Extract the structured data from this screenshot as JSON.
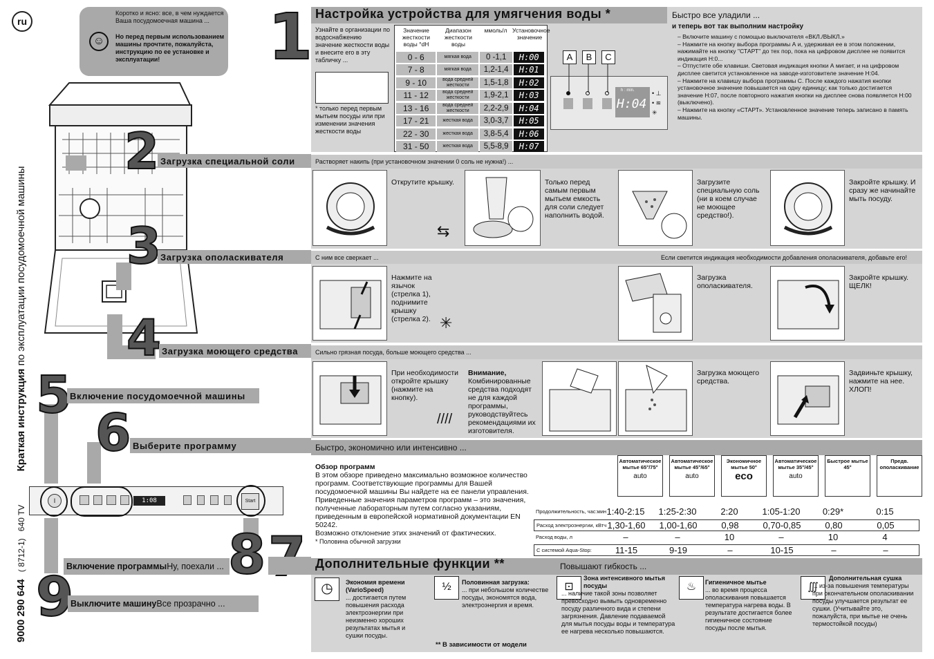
{
  "lang_badge": "ru",
  "side_title": {
    "bold": "Краткая инструкция",
    "rest": " по эксплуатации посудомоечной машины",
    "code": "9000 290 644",
    "code2": "( 8712-1)",
    "model": "640 TV"
  },
  "intro": {
    "line1": "Коротко и ясно: все, в чем нуждается Ваша посудомоечная машина ...",
    "line2": "Но перед первым использованием машины прочтите, пожалуйста, инструкцию по ее установке и эксплуатации!"
  },
  "steps": {
    "s1": "1",
    "s2": "2",
    "s3": "3",
    "s4": "4",
    "s5": "5",
    "s6": "6",
    "s7": "7",
    "s8": "8",
    "s9": "9"
  },
  "section1": {
    "title": "Настройка устройства для умягчения воды *",
    "right_head": "Быстро все уладили ...",
    "right_sub": "и теперь вот так выполним настройку",
    "left_text": "Узнайте в организации по водоснабжению значение жесткости воды и внесите его в эту табличку ...",
    "footnote": "* только перед первым мытьем посуды или при изменении значения жесткости воды",
    "table_head": [
      "Значение жесткости воды °dH",
      "Диапазон жесткости воды",
      "ммоль/л",
      "Установочное значение"
    ],
    "rows": [
      {
        "dh": "0 - 6",
        "range": "мягкая вода",
        "mmol": "0 -1,1",
        "set": "H:00"
      },
      {
        "dh": "7 - 8",
        "range": "мягкая вода",
        "mmol": "1,2-1,4",
        "set": "H:01"
      },
      {
        "dh": "9 - 10",
        "range": "вода средней жесткости",
        "mmol": "1,5-1,8",
        "set": "H:02"
      },
      {
        "dh": "11 - 12",
        "range": "вода средней жесткости",
        "mmol": "1,9-2,1",
        "set": "H:03"
      },
      {
        "dh": "13 - 16",
        "range": "вода средней жесткости",
        "mmol": "2,2-2,9",
        "set": "H:04"
      },
      {
        "dh": "17 - 21",
        "range": "жесткая вода",
        "mmol": "3,0-3,7",
        "set": "H:05"
      },
      {
        "dh": "22 - 30",
        "range": "жесткая вода",
        "mmol": "3,8-5,4",
        "set": "H:06"
      },
      {
        "dh": "31 - 50",
        "range": "жесткая вода",
        "mmol": "5,5-8,9",
        "set": "H:07"
      }
    ],
    "buttons": [
      "A",
      "B",
      "C"
    ],
    "panel_display": "H:04",
    "panel_label": "h : min.",
    "instructions": [
      "– Включите машину с помощью выключателя «ВКЛ./ВЫКЛ.»",
      "– Нажмите на кнопку выбора программы А и, удерживая ее в этом положении, нажимайте на кнопку \"СТАРТ\" до тех пор, пока на цифровом дисплее не появится индикация H:0...",
      "– Отпустите обе клавиши. Световая индикация кнопки А мигает, и на цифровом дисплее светится установленное на заводе-изготовителе значение H:04.",
      "– Нажмите на клавишу выбора программы С. После каждого нажатия кнопки установочное значение повышается на одну единицу; как только достигается значение H:07, после повторного нажатия кнопки на дисплее снова появляется H:00 (выключено).",
      "– Нажмите на кнопку «СТАРТ». Установленное значение теперь записано в память машины."
    ]
  },
  "section2": {
    "title": "Загрузка специальной соли",
    "sub": "Растворяет накипь (при установочном значении 0 соль не нужна!) ...",
    "t1": "Открутите крышку.",
    "t2": "Только перед самым первым мытьем емкость для соли следует наполнить водой.",
    "t3": "Загрузите специальную соль (ни в коем случае не моющее средство!).",
    "t4": "Закройте крышку. И сразу же начинайте мыть посуду."
  },
  "section3": {
    "title": "Загрузка ополаскивателя",
    "sub_left": "С ним все сверкает ...",
    "sub_right": "Если светится индикация необходимости добавления ополаскивателя, добавьте его!",
    "t1": "Нажмите на язычок (стрелка 1), поднимите крышку (стрелка 2).",
    "t2": "Загрузка ополаскивателя.",
    "t3": "Закройте крышку. ЩЕЛК!"
  },
  "section4": {
    "title": "Загрузка моющего средства",
    "sub": "Сильно грязная посуда, больше моющего средства ...",
    "t1": "При необходимости откройте крышку (нажмите на кнопку).",
    "t2_head": "Внимание,",
    "t2": "Комбинированные средства подходят не для каждой программы, руководствуйтесь рекомендациями их изготовителя.",
    "t3": "Загрузка моющего средства.",
    "t4": "Задвиньте крышку, нажмите на нее. ХЛОП!"
  },
  "section5": {
    "title": "Включение посудомоечной машины"
  },
  "section6": {
    "title": "Выберите программу",
    "right_head": "Быстро, экономично или интенсивно ...",
    "overview_title": "Обзор программ",
    "overview": "В этом обзоре приведено максимально возможное количество программ. Соответствующие программы для Вашей посудомоечной машины Вы найдете на ее панели управления.",
    "overview2": "Приведенные значения параметров программ – это значения, полученные лабораторным путем согласно указаниям, приведенным в европейской нормативной документации EN 50242.",
    "overview3": "Возможно отклонение этих значений от фактических.",
    "footnote": "* Половина обычной загрузки",
    "panel_display": "1:08",
    "panel_start": "Start",
    "programs": [
      {
        "name": "Автоматическое мытье 65°/75°",
        "icon": "auto"
      },
      {
        "name": "Автоматическое мытье 45°/65°",
        "icon": "auto"
      },
      {
        "name": "Экономичное мытье 50°",
        "icon": "eco"
      },
      {
        "name": "Автоматическое мытье 35°/45°",
        "icon": "auto"
      },
      {
        "name": "Быстрое мытье 45°",
        "icon": ""
      },
      {
        "name": "Предв. ополаскивание",
        "icon": ""
      }
    ],
    "rows": [
      {
        "label": "Продолжительность,  час:мин",
        "values": [
          "1:40-2:15",
          "1:25-2:30",
          "2:20",
          "1:05-1:20",
          "0:29*",
          "0:15"
        ]
      },
      {
        "label": "Расход электроэнергии, кВтч",
        "values": [
          "1,30-1,60",
          "1,00-1,60",
          "0,98",
          "0,70-0,85",
          "0,80",
          "0,05"
        ]
      },
      {
        "label": "Расход воды, л",
        "values": [
          "–",
          "–",
          "10",
          "–",
          "10",
          "4"
        ]
      },
      {
        "label": "С системой Aqua-Stop:",
        "values": [
          "11-15",
          "9-19",
          "–",
          "10-15",
          "–",
          "–"
        ]
      }
    ]
  },
  "section7": {
    "title": "Дополнительные функции **",
    "sub": "Повышают гибкость ...",
    "model_note": "** В зависимости от модели",
    "functions": [
      {
        "title": "Экономия времени (VarioSpeed)",
        "text": "... достигается путем повышения расхода электроэнергии при неизменно хороших результатах мытья и сушки посуды."
      },
      {
        "title": "Половинная загрузка:",
        "text": "... при небольшом количестве посуды, экономятся вода, электроэнергия и время."
      },
      {
        "title": "Зона интенсивного мытья посуды",
        "text": "... наличие такой зоны позволяет превосходно вымыть одновременно посуду различного вида и степени загрязнения. Давление подаваемой для мытья посуды воды и температура ее нагрева несколько повышаются."
      },
      {
        "title": "Гигиеничное мытье",
        "text": "... во время процесса ополаскивания повышается температура нагрева воды. В результате достигается более гигиеничное состояние посуды после мытья."
      },
      {
        "title": "Дополнительная сушка",
        "text": "... из-за повышения температуры при окончательном ополаскивании посуды улучшается результат ее сушки. (Учитывайте это, пожалуйста, при мытье не очень термостойкой посуды)"
      }
    ]
  },
  "section8": {
    "bold": "Включение программы",
    "rest": " Ну, поехали ..."
  },
  "section9": {
    "bold": "Выключите машину",
    "rest": " Все прозрачно ..."
  }
}
